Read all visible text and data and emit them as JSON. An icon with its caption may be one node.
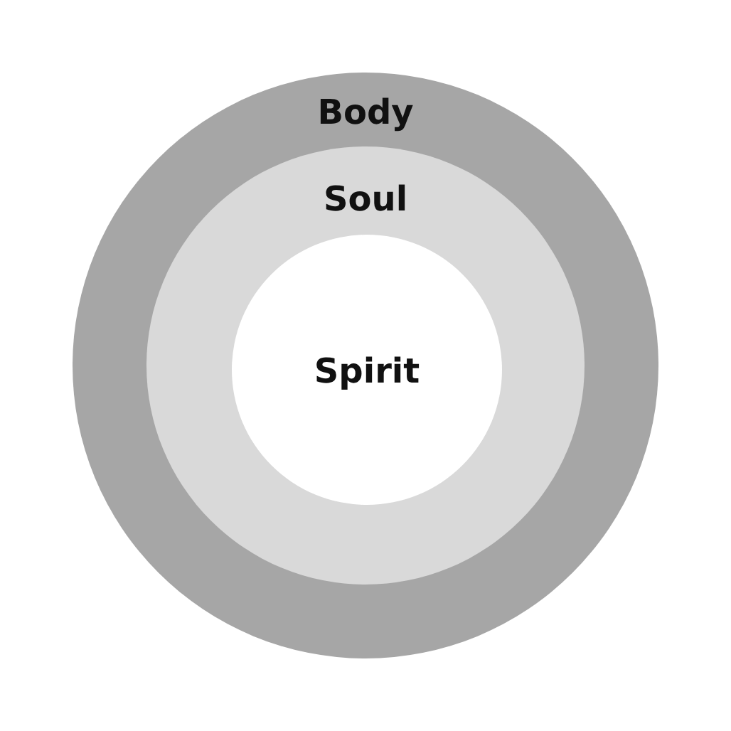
{
  "diagram": {
    "nodes": [
      {
        "text": [
          "Body"
        ]
      },
      {
        "text": [
          "Soul"
        ],
        "in": 0
      },
      {
        "text": [
          "Spirit"
        ],
        "in": 1
      }
    ]
  }
}
